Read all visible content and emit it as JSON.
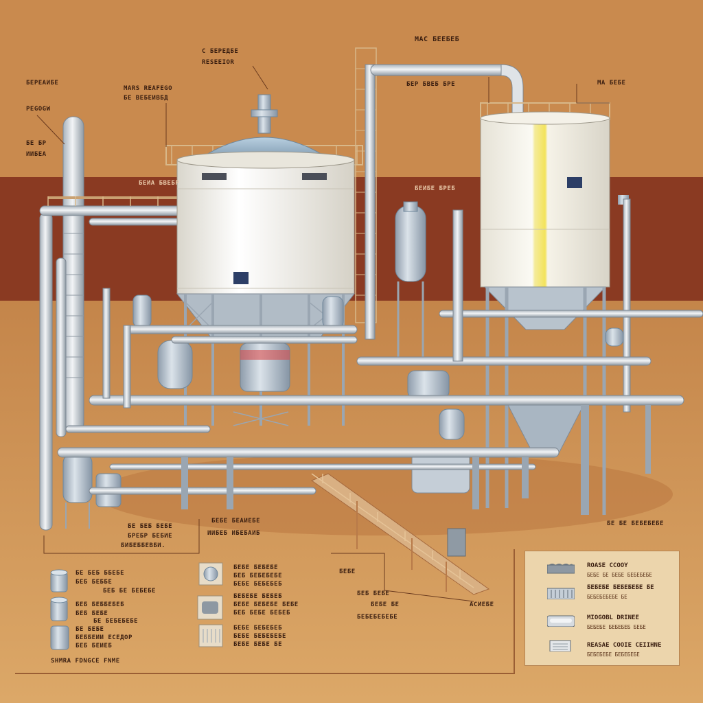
{
  "diagram": {
    "header_center": "MAС БЕЕБЕБ",
    "label_top_a": "С БЕРЕДБЕ",
    "label_top_a2": "RESEEIOR",
    "label_reactor": "MARS REAFEGO",
    "label_reactor_sub": "БЕ ВЕБЕИВБД",
    "label_left_1": "БЕРЕАИБЕ",
    "label_left_2": "PEGOGW",
    "label_left_3": "БЕ БР",
    "label_left_4": "ИИБЕА",
    "label_mid_1": "БЕР БВЕБ БРЕ",
    "label_mid_2": "БЕИА БВЕБР",
    "label_mid_3": "БЕИБЕ БРЕБ",
    "label_right_1": "МА БЕБЕ",
    "label_ground_1": "БЕ БЕБ БЕБЕ",
    "label_ground_2": "БРЕБР БЕБИЕ",
    "label_ground_3": "БЕБЕ БЕАИЕБЕ",
    "label_ground_4": "ИИБЕБ ИБЕБАИБ",
    "label_ground_5": "БИБЕББЕВБИ.",
    "label_right_ground": "БЕ БЕ БЕБЕБЕБЕ",
    "label_asd": "АСИЕБЕ",
    "label_sumoa": "SHMRA FDNGCE FNME"
  },
  "left_items": [
    {
      "icon": "cylinder-icon",
      "lines": [
        "БЕ БЕБ ББЕБЕ",
        "БЕБ БЕББЕ",
        "БЕБ БЕ БЕБЕБЕ"
      ]
    },
    {
      "icon": "drum-icon",
      "lines": [
        "БЕБ БЕББЕБЕБ",
        "БЕБ БЕБЕ",
        "БЕ БЕБЕБЕБЕ"
      ]
    },
    {
      "icon": "tank-icon",
      "lines": [
        "БЕ БЕБЕ",
        "БЕББЕИИ ЕСЕДОР",
        "БЕБ БЕИЕБ"
      ]
    }
  ],
  "mid_items": [
    {
      "icon": "sphere-icon",
      "lines": [
        "БЕБЕ БЕБЕБЕ",
        "БЕБ БЕБЕБЕБЕ",
        "БЕБЕ БЕБЕБЕБ"
      ]
    },
    {
      "icon": "filter-icon",
      "lines": [
        "БЕБЕБЕ БЕБЕБ",
        "БЕБЕ БЕБЕБЕ БЕБЕ",
        "БЕБ БЕБЕ БЕБЕБ"
      ]
    },
    {
      "icon": "grid-icon",
      "lines": [
        "БЕБЕ БЕБЕБЕБ",
        "БЕБЕ БЕБЕБЕБЕ",
        "БЕБЕ БЕБЕ БЕ"
      ]
    }
  ],
  "right_center_items": [
    "БЕБЕ",
    "БЕБ БЕБЕ",
    "БЕБЕ БЕ",
    "БЕБЕБЕБЕБЕ"
  ],
  "legend": [
    {
      "icon": "coal-icon",
      "title": "ROASE CCOOY",
      "sub": "БЕБЕ БЕ БЕБЕ БЕБЕБЕБЕ"
    },
    {
      "icon": "vent-icon",
      "title": "БЕБЕБЕ БЕБЕБЕБЕ БЕ",
      "sub": "БЕБЕБЕБЕБЕ БЕ"
    },
    {
      "icon": "pipe-icon",
      "title": "MIOGOBL DRINEE",
      "sub": "БЕБЕБЕ БЕБЕБЕБ БЕБЕ"
    },
    {
      "icon": "panel-icon",
      "title": "REASAE COOIE CEIIHNE",
      "sub": "БЕБЕБЕБЕ БЕБЕБЕБЕ"
    }
  ],
  "colors": {
    "background_upper": "#c98a4e",
    "band_dark": "#8a3a22",
    "ground": "#d49a5a",
    "tank_white": "#f2efe6",
    "steel": "#b9c4cf",
    "pipe": "#d6dbe0",
    "accent_yellow": "#f3e35c"
  }
}
